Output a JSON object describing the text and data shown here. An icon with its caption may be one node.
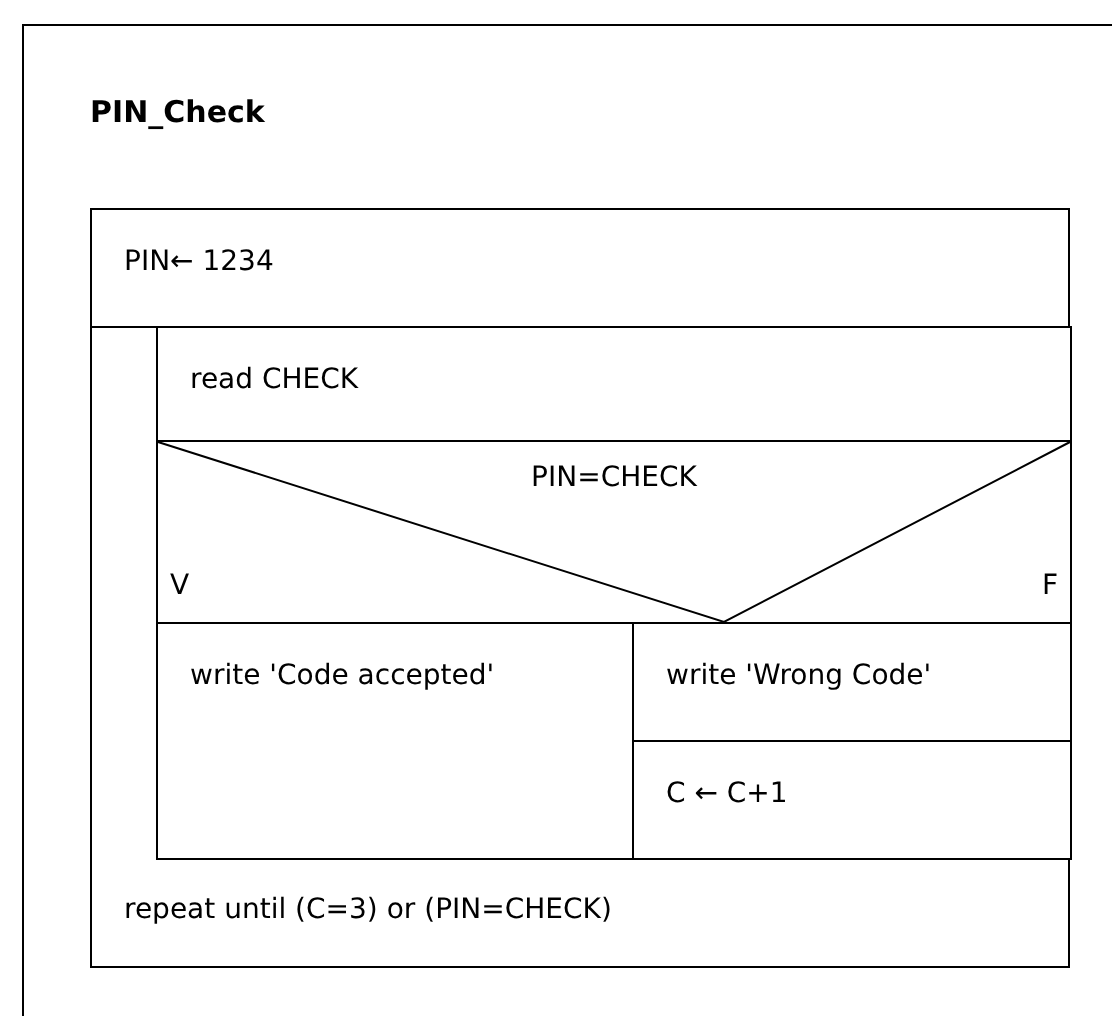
{
  "diagram": {
    "title": "PIN_Check",
    "nodes": [
      {
        "text": [
          "PIN← 1234"
        ]
      },
      {
        "text": [
          "repeat until (C=3) or (PIN=CHECK)"
        ]
      },
      {
        "text": [
          "read CHECK"
        ],
        "in": 1
      },
      {
        "text": [
          "PIN=CHECK",
          "V",
          "F"
        ],
        "in": 1
      },
      {
        "text": [
          "write 'Code accepted'"
        ],
        "in": 1
      },
      {
        "text": [
          "write 'Wrong Code'"
        ],
        "in": 1
      },
      {
        "text": [
          "C ← C+1"
        ],
        "in": 1
      }
    ]
  }
}
